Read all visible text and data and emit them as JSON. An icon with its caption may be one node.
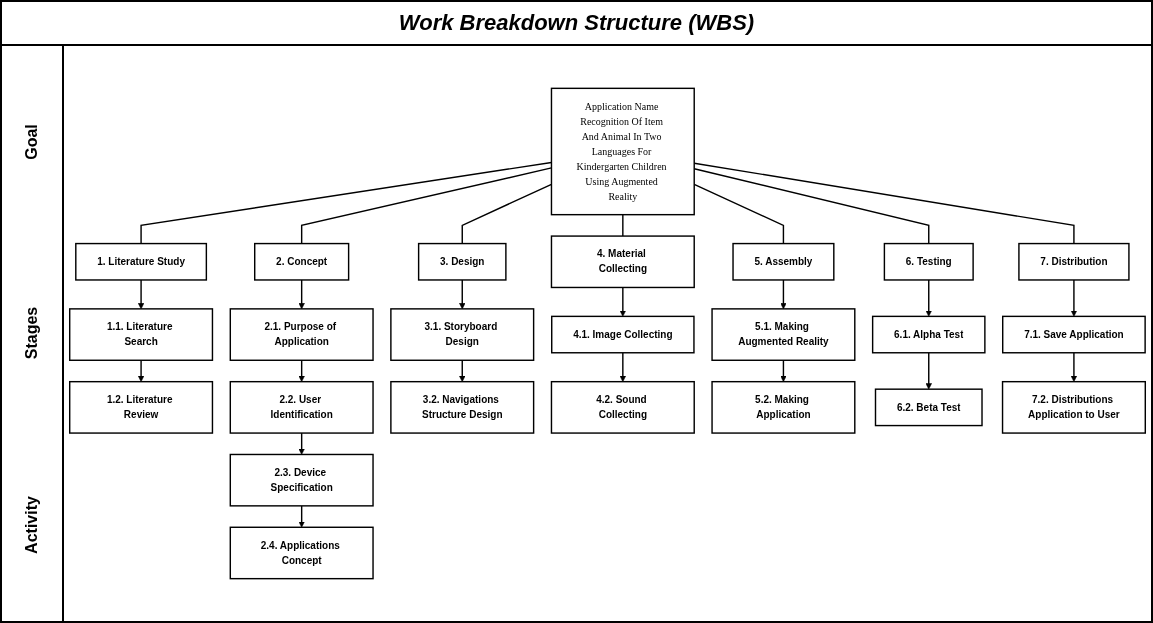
{
  "diagram": {
    "title": "Work Breakdown Structure (WBS)",
    "nodes": [
      {
        "text": [
          "Application Name Recognition Of Item And Animal In Two Languages For Kindergarten Children Using Augmented Reality"
        ]
      },
      {
        "text": [
          "1. Literature Study"
        ]
      },
      {
        "text": [
          "2. Concept"
        ]
      },
      {
        "text": [
          "3. Design"
        ]
      },
      {
        "text": [
          "4. Material Collecting"
        ]
      },
      {
        "text": [
          "5. Assembly"
        ]
      },
      {
        "text": [
          "6. Testing"
        ]
      },
      {
        "text": [
          "7. Distribution"
        ]
      },
      {
        "text": [
          "1.1. Literature Search"
        ]
      },
      {
        "text": [
          "1.2. Literature Review"
        ]
      },
      {
        "text": [
          "2.1. Purpose of Application"
        ]
      },
      {
        "text": [
          "2.2. User Identification"
        ]
      },
      {
        "text": [
          "2.3. Device Specification"
        ]
      },
      {
        "text": [
          "2.4. Applications Concept"
        ]
      },
      {
        "text": [
          "3.1. Storyboard Design"
        ]
      },
      {
        "text": [
          "3.2. Navigations Structure Design"
        ]
      },
      {
        "text": [
          "4.1. Image Collecting"
        ]
      },
      {
        "text": [
          "4.2. Sound Collecting"
        ]
      },
      {
        "text": [
          "5.1. Making Augmented Reality"
        ]
      },
      {
        "text": [
          "5.2. Making Application"
        ]
      },
      {
        "text": [
          "6.1. Alpha Test"
        ]
      },
      {
        "text": [
          "6.2. Beta Test"
        ]
      },
      {
        "text": [
          "7.1. Save Application"
        ]
      },
      {
        "text": [
          "7.2. Distributions Application to User"
        ]
      }
    ],
    "edges": [
      {
        "from": 0,
        "to": 1,
        "arrow": "none"
      },
      {
        "from": 0,
        "to": 2,
        "arrow": "none"
      },
      {
        "from": 0,
        "to": 3,
        "arrow": "none"
      },
      {
        "from": 0,
        "to": 4,
        "arrow": "none"
      },
      {
        "from": 0,
        "to": 5,
        "arrow": "none"
      },
      {
        "from": 0,
        "to": 6,
        "arrow": "none"
      },
      {
        "from": 0,
        "to": 7,
        "arrow": "none"
      },
      {
        "from": 1,
        "to": 8,
        "arrow": "to"
      },
      {
        "from": 8,
        "to": 9,
        "arrow": "to"
      },
      {
        "from": 2,
        "to": 10,
        "arrow": "to"
      },
      {
        "from": 10,
        "to": 11,
        "arrow": "to"
      },
      {
        "from": 11,
        "to": 12,
        "arrow": "to"
      },
      {
        "from": 12,
        "to": 13,
        "arrow": "to"
      },
      {
        "from": 3,
        "to": 14,
        "arrow": "to"
      },
      {
        "from": 14,
        "to": 15,
        "arrow": "to"
      },
      {
        "from": 4,
        "to": 16,
        "arrow": "to"
      },
      {
        "from": 16,
        "to": 17,
        "arrow": "to"
      },
      {
        "from": 5,
        "to": 18,
        "arrow": "to"
      },
      {
        "from": 18,
        "to": 19,
        "arrow": "to"
      },
      {
        "from": 6,
        "to": 20,
        "arrow": "to"
      },
      {
        "from": 20,
        "to": 21,
        "arrow": "to"
      },
      {
        "from": 7,
        "to": 22,
        "arrow": "to"
      },
      {
        "from": 22,
        "to": 23,
        "arrow": "to"
      }
    ],
    "labels": [
      "Goal",
      "Stages",
      "Activity"
    ]
  }
}
